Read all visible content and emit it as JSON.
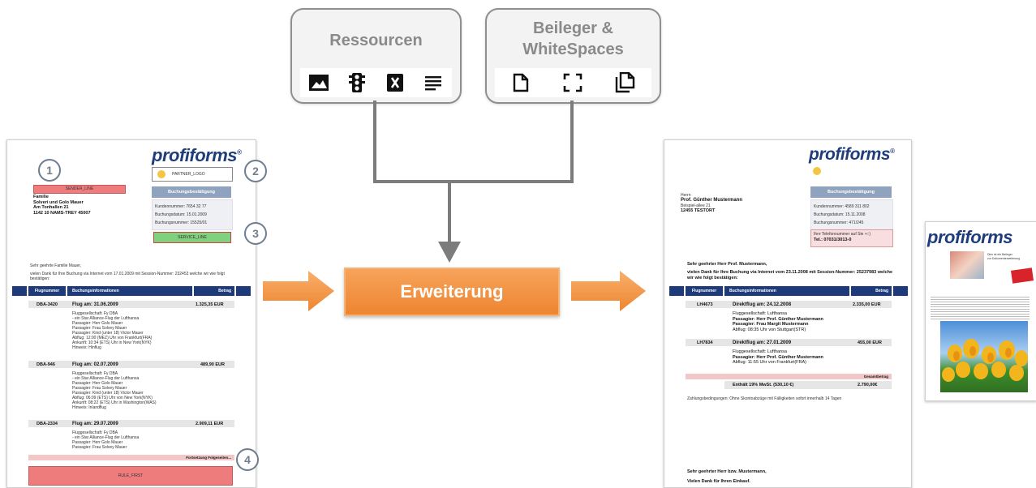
{
  "top_boxes": {
    "resources": {
      "title": "Ressourcen",
      "icons": [
        "image-icon",
        "traffic-light-icon",
        "excel-icon",
        "text-lines-icon"
      ]
    },
    "inserts": {
      "title_line1": "Beileger &",
      "title_line2": "WhiteSpaces",
      "icons": [
        "page-icon",
        "whitespace-frame-icon",
        "pages-stack-icon"
      ]
    }
  },
  "center": {
    "label": "Erweiterung"
  },
  "left_doc": {
    "logo": "profiforms",
    "logo_mark": "®",
    "markers": [
      "1",
      "2",
      "3",
      "4"
    ],
    "sender_line": "SENDER_LINE",
    "partner_logo": "PARTNER_LOGO",
    "service_line": "SERVICE_LINE",
    "rule_first": "RULE_FIRST",
    "header_box": "Buchungsbestätigung",
    "address": [
      "Familie",
      "Solveri und Golo Mauer",
      "Am Tonhallen 21",
      "1142 10 NAMS-TREY 45007"
    ],
    "info_rows": [
      "Kundennummer: 7654 32 77",
      "Buchungsdatum: 15.01.2009",
      "Buchungsnummer: 15525/01"
    ],
    "greeting": "Sehr geehrte Familie Mauer,",
    "intro": "vielen Dank für Ihre Buchung via Internet vom 17.01.2009 mit Session-Nummer: 232453 welche wir wie folgt bestätigen:",
    "table_headers": [
      "Flugnummer",
      "Buchungsinformationen",
      "Betrag"
    ],
    "flights": [
      {
        "no": "DBA-3420",
        "title": "Flug am: 31.06.2009",
        "amount": "1.325,35 EUR",
        "lines": [
          "Fluggesellschaft: Fy DBA",
          "- ein Star Alliance-Flug der Lufthansa",
          "Passagier: Herr Golo Mauer",
          "Passagier: Frau Solvey Mauer",
          "Passagier: Kind (unter 18) Victor Mauer",
          "Abflug: 12:00 (MEZ) Uhr von Frankfurt(FRA)",
          "Ankunft: 10:34 (ETS) Uhr in New York(NYK)",
          "Hinweis: Hinflug"
        ]
      },
      {
        "no": "DBA-946",
        "title": "Flug am: 02.07.2009",
        "amount": "489,90 EUR",
        "lines": [
          "Fluggesellschaft: Fy DBA",
          "- ein Star Alliance-Flug der Lufthansa",
          "Passagier: Herr Golo Mauer",
          "Passagier: Frau Solvey Mauer",
          "Passagier: Kind (unter 18) Victor Mauer",
          "Abflug: 06:09 (ETS) Uhr von New York(NYK)",
          "Ankunft: 08:22 (ETS) Uhr in Washington(WAS)",
          "Hinweis: Inlandflug"
        ]
      },
      {
        "no": "DBA-2334",
        "title": "Flug am: 29.07.2009",
        "amount": "2.909,11 EUR",
        "lines": [
          "Fluggesellschaft: Fy DBA",
          "- ein Star Alliance-Flug der Lufthansa",
          "Passagier: Herr Golo Mauer",
          "Passagier: Frau Solvey Mauer"
        ]
      }
    ],
    "continuation": "Fortsetzung Folgeseiten..."
  },
  "right_doc": {
    "logo": "profiforms",
    "logo_mark": "®",
    "header_box": "Buchungsbestätigung",
    "address": [
      "Herrn",
      "Prof. Günther Mustermann",
      "Beispiel-allee 21",
      "12455 TESTORT"
    ],
    "info_rows": [
      "Kundennummer: 4589 311 802",
      "Buchungsdatum: 15.11.2008",
      "Buchungsnummer: 471/245"
    ],
    "service_lines": [
      "Ihre Telefonnummer auf Sie +::)",
      "Tel.: 07031/3013-0"
    ],
    "greeting": "Sehr geehrter Herr Prof. Mustermann,",
    "intro": "vielen Dank für Ihre Buchung via Internet vom 23.11.2008 mit Session-Nummer: 25237983 welche wir wie folgt bestätigen:",
    "table_headers": [
      "Flugnummer",
      "Buchungsinformationen",
      "Betrag"
    ],
    "flights": [
      {
        "no": "LH4673",
        "title": "Direktflug am: 24.12.2008",
        "amount": "2.335,00 EUR",
        "lines": [
          "Fluggesellschaft: Lufthansa",
          "Passagier: Herr Prof. Günther Mustermann",
          "Passagier: Frau Margit Mustermann",
          "Abflug: 08:35 Uhr von Stuttgart(STR)"
        ]
      },
      {
        "no": "LH7834",
        "title": "Direktflug am: 27.01.2009",
        "amount": "455,00 EUR",
        "lines": [
          "Fluggesellschaft: Lufthansa",
          "Passagier: Herr Prof. Günther Mustermann",
          "Abflug: 11:55 Uhr von Frankfurt(FRA)"
        ]
      }
    ],
    "total_label": "Gesamtbetrag",
    "total_tax": "Enthält 19% MwSt. (530,10 €)",
    "total_amount": "2.790,00€",
    "payment_terms": "Zahlungsbedingungen: Ohne Skontoabzüge mit Fälligkeiten sofort innerhalb 14 Tagen",
    "closing_greeting": "Sehr geehrter Herr bzw. Mustermann,",
    "closing_text": "Vielen Dank für Ihren Einkauf."
  },
  "flyer": {
    "logo": "profiforms",
    "photo_caption_lines": [
      "Dies ist ein Beileger",
      "zur Dokumenterweiterung"
    ]
  }
}
